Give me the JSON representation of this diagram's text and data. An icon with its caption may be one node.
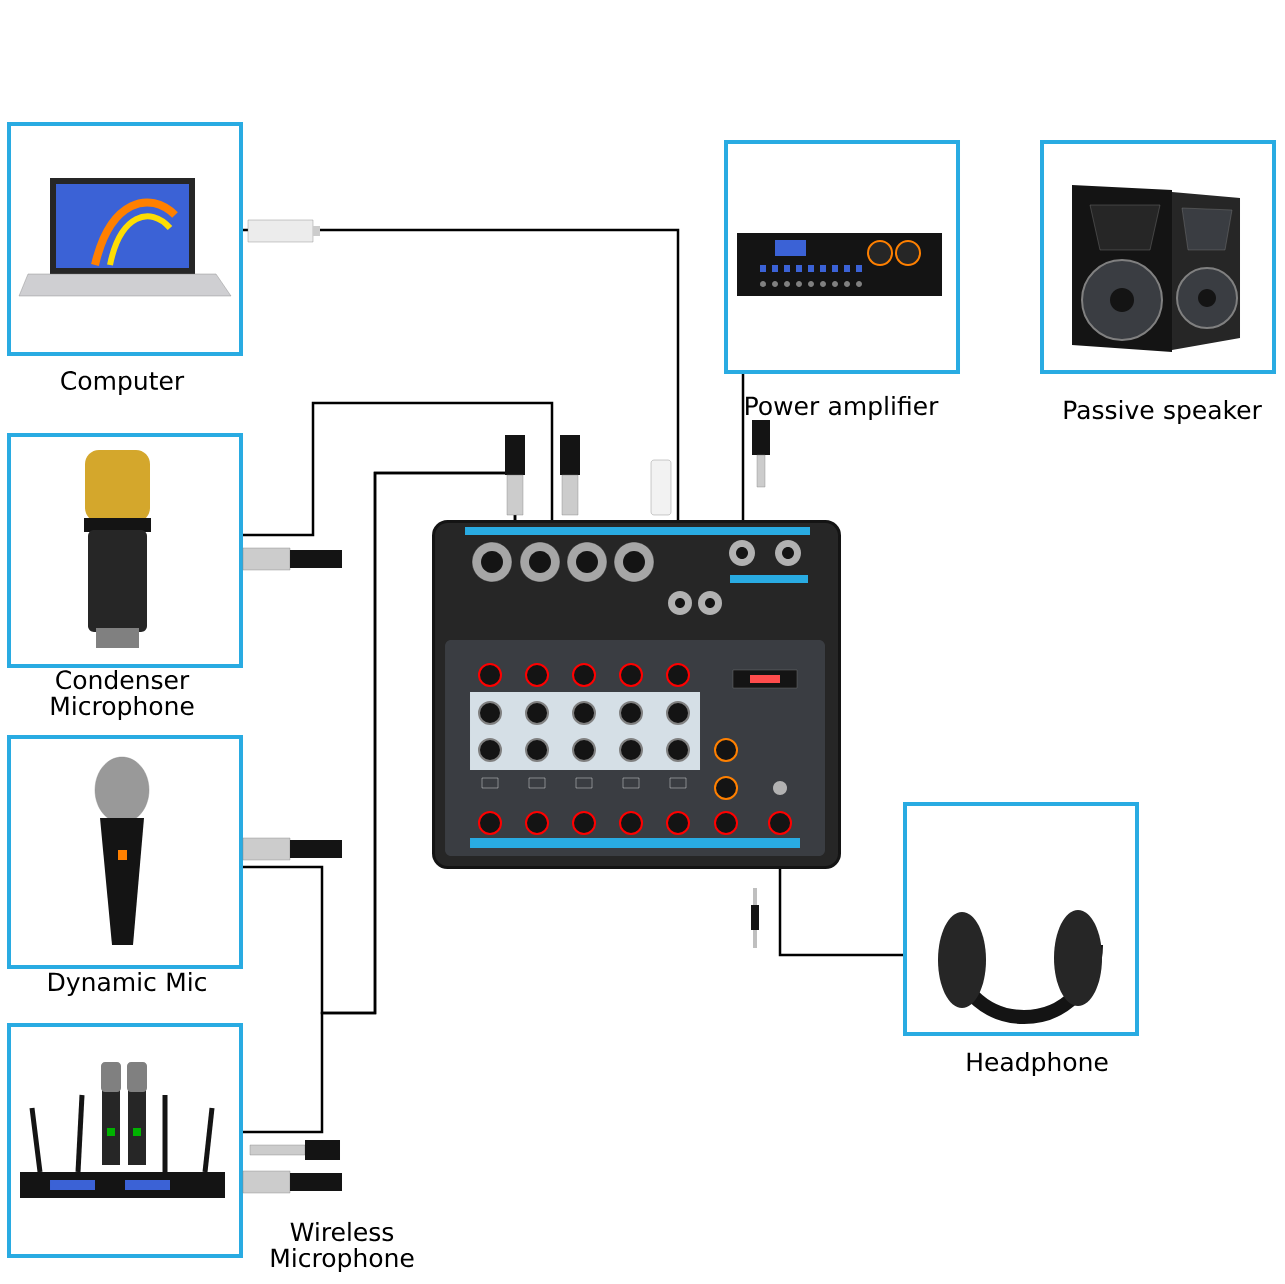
{
  "diagram": {
    "nodes": [
      {
        "text": [
          "Computer"
        ]
      },
      {
        "text": [
          "Condenser Microphone"
        ]
      },
      {
        "text": [
          "Dynamic Mic"
        ]
      },
      {
        "text": [
          "Wireless Microphone"
        ]
      },
      {
        "text": [
          "Power amplifier"
        ]
      },
      {
        "text": [
          "Passive speaker"
        ]
      },
      {
        "text": [
          "Headphone"
        ]
      },
      {
        "text": [],
        "shape": "picture"
      }
    ],
    "edges": [
      {
        "from": 0,
        "to": 7,
        "arrow": "none"
      },
      {
        "from": 1,
        "to": 7,
        "arrow": "none"
      },
      {
        "from": 2,
        "to": 7,
        "arrow": "none"
      },
      {
        "from": 3,
        "to": 7,
        "arrow": "none"
      },
      {
        "from": 4,
        "to": 7,
        "arrow": "none"
      },
      {
        "from": 6,
        "to": 7,
        "arrow": "none"
      }
    ]
  }
}
